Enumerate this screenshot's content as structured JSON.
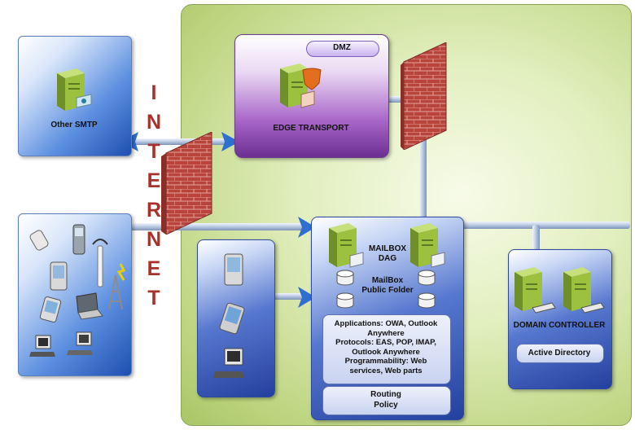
{
  "labels": {
    "other_smtp": "Other SMTP",
    "internet_letters": [
      "I",
      "N",
      "T",
      "E",
      "R",
      "N",
      "E",
      "T"
    ],
    "dmz": "DMZ",
    "edge_transport": "EDGE TRANSPORT",
    "mailbox_dag": [
      "MAILBOX",
      "DAG"
    ],
    "mailbox_public_folder": [
      "MailBox",
      "Public Folder"
    ],
    "services": [
      "Applications: OWA, Outlook",
      "Anywhere",
      "Protocols: EAS, POP, IMAP,",
      "Outlook Anywhere",
      "Programmability: Web",
      "services, Web parts"
    ],
    "routing_policy": [
      "Routing",
      "Policy"
    ],
    "domain_controller": "DOMAIN CONTROLLER",
    "active_directory": "Active Directory"
  },
  "colors": {
    "internet_text": "#a8322a",
    "brick": "#b8443c",
    "server_green": "#8fb83a",
    "panel_green": "#c6dc92",
    "box_blue": "#2b54b5",
    "edge_purple": "#8a4bb0"
  },
  "icons": [
    "server-icon",
    "shield-icon",
    "firewall-icon",
    "pda-icon",
    "cell-phone-icon",
    "laptop-icon",
    "desktop-icon",
    "antenna-icon",
    "database-icon",
    "keyboard-icon"
  ]
}
